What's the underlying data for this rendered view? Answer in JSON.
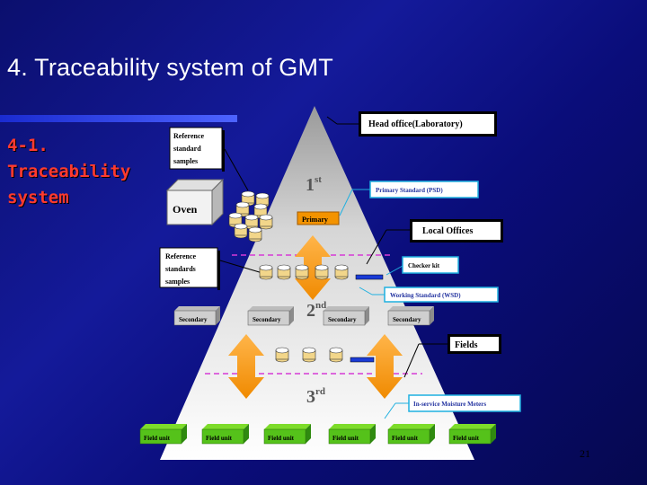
{
  "slide": {
    "title": "4. Traceability system of GMT",
    "subtitle_lines": [
      "4-1.",
      "Traceability",
      "system"
    ],
    "page_number": "21"
  },
  "diagram": {
    "tier_labels": {
      "first": {
        "num": "1",
        "sup": "st"
      },
      "second": {
        "num": "2",
        "sup": "nd"
      },
      "third": {
        "num": "3",
        "sup": "rd"
      }
    },
    "callouts": {
      "head_office": "Head office(Laboratory)",
      "primary_standard": "Primary Standard (PSD)",
      "local_offices": "Local Offices",
      "checker_kit": "Checker kit",
      "working_standard": "Working Standard (WSD)",
      "fields": "Fields",
      "in_service": "In-service Moisture Meters"
    },
    "reference_top": [
      "Reference",
      "standard",
      "samples"
    ],
    "reference_mid": [
      "Reference",
      "standards",
      "samples"
    ],
    "oven": "Oven",
    "primary": "Primary",
    "secondary": [
      "Secondary",
      "Secondary",
      "Secondary",
      "Secondary"
    ],
    "field_units": [
      "Field unit",
      "Field unit",
      "Field unit",
      "Field unit",
      "Field unit",
      "Field unit"
    ]
  }
}
